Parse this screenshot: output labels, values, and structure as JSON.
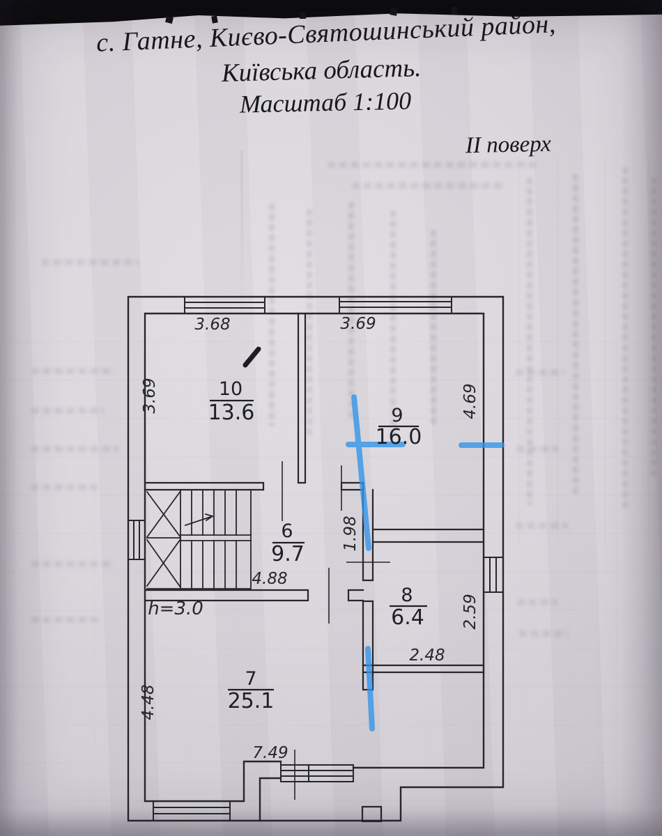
{
  "photo": {
    "header": {
      "location_line1": "с. Гатне, Києво-Святошинський район,",
      "location_line2": "Київська область.",
      "scale_line": "Масштаб 1:100",
      "floor_label": "II поверх"
    },
    "plan": {
      "rooms": [
        {
          "number": "10",
          "area": "13.6"
        },
        {
          "number": "9",
          "area": "16.0"
        },
        {
          "number": "6",
          "area": "9.7"
        },
        {
          "number": "8",
          "area": "6.4"
        },
        {
          "number": "7",
          "area": "25.1"
        }
      ],
      "dims": {
        "top_left_width": "3.68",
        "top_right_width": "3.69",
        "left_upper_height": "3.69",
        "right_upper_height": "4.69",
        "inner_wall": "1.98",
        "corridor_width": "4.88",
        "ceiling_height": "h=3.0",
        "right_lower_height": "2.59",
        "room8_width": "2.48",
        "left_lower_height": "4.48",
        "bottom_width": "7.49"
      },
      "colors": {
        "ink": "#26262b",
        "highlight_marker": "#2f93ea",
        "paper": "#d8d4da"
      }
    }
  }
}
